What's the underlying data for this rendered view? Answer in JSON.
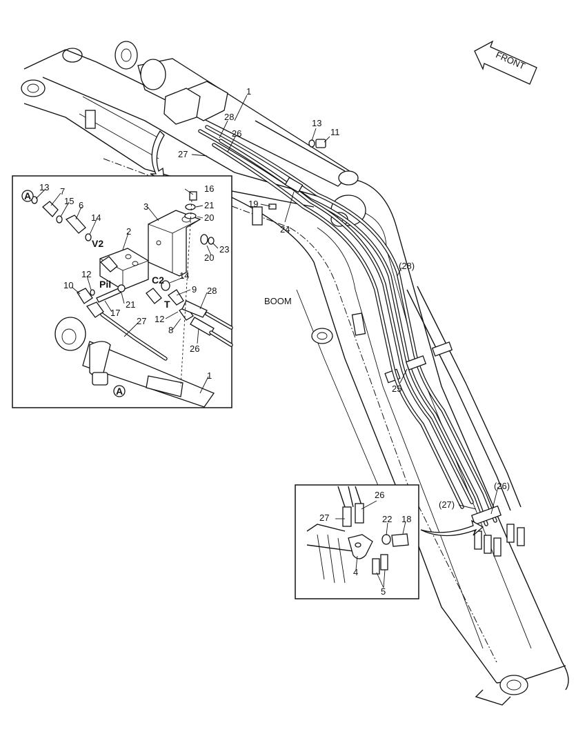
{
  "orientation": {
    "front_label": "FRONT"
  },
  "main": {
    "boom_label": "BOOM"
  },
  "callouts_main": [
    {
      "id": "m1",
      "text": "1"
    },
    {
      "id": "m28",
      "text": "28"
    },
    {
      "id": "m26",
      "text": "26"
    },
    {
      "id": "m27",
      "text": "27"
    },
    {
      "id": "m13",
      "text": "13"
    },
    {
      "id": "m11",
      "text": "11"
    },
    {
      "id": "m19",
      "text": "19"
    },
    {
      "id": "m24",
      "text": "24"
    },
    {
      "id": "m28p",
      "text": "(28)"
    },
    {
      "id": "m25",
      "text": "25"
    },
    {
      "id": "m26p",
      "text": "(26)"
    },
    {
      "id": "m27p",
      "text": "(27)"
    }
  ],
  "detail_a": {
    "marker": "A",
    "ports": {
      "v2": "V2",
      "pil": "Pil",
      "c2": "C2",
      "t": "T"
    },
    "callouts": [
      {
        "id": "a13",
        "text": "13"
      },
      {
        "id": "a7",
        "text": "7"
      },
      {
        "id": "a15",
        "text": "15"
      },
      {
        "id": "a6",
        "text": "6"
      },
      {
        "id": "a14",
        "text": "14"
      },
      {
        "id": "a2",
        "text": "2"
      },
      {
        "id": "a3",
        "text": "3"
      },
      {
        "id": "a16",
        "text": "16"
      },
      {
        "id": "a21",
        "text": "21"
      },
      {
        "id": "a20",
        "text": "20"
      },
      {
        "id": "a20b",
        "text": "20"
      },
      {
        "id": "a23",
        "text": "23"
      },
      {
        "id": "a14b",
        "text": "14"
      },
      {
        "id": "a9",
        "text": "9"
      },
      {
        "id": "a28",
        "text": "28"
      },
      {
        "id": "a12",
        "text": "12"
      },
      {
        "id": "a10",
        "text": "10"
      },
      {
        "id": "a21b",
        "text": "21"
      },
      {
        "id": "a17",
        "text": "17"
      },
      {
        "id": "a27",
        "text": "27"
      },
      {
        "id": "a12b",
        "text": "12"
      },
      {
        "id": "a8",
        "text": "8"
      },
      {
        "id": "a26",
        "text": "26"
      },
      {
        "id": "a1",
        "text": "1"
      }
    ]
  },
  "detail_b": {
    "callouts": [
      {
        "id": "b26",
        "text": "26"
      },
      {
        "id": "b27",
        "text": "27"
      },
      {
        "id": "b22",
        "text": "22"
      },
      {
        "id": "b18",
        "text": "18"
      },
      {
        "id": "b4",
        "text": "4"
      },
      {
        "id": "b5",
        "text": "5"
      }
    ]
  }
}
